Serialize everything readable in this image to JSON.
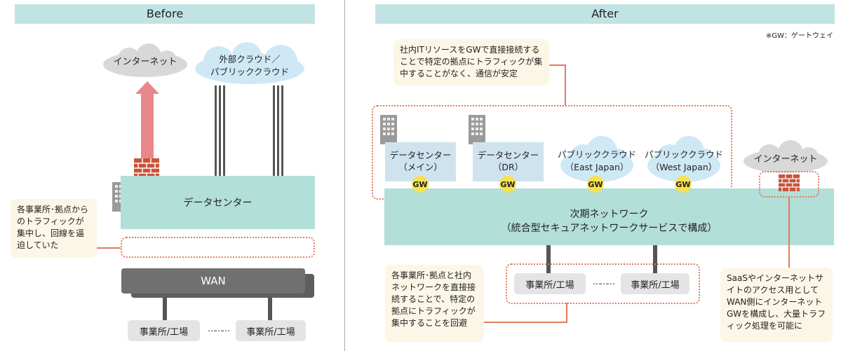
{
  "before": {
    "header": "Before",
    "internet_label": "インターネット",
    "cloud_label_1": "外部クラウド／",
    "cloud_label_2": "パブリッククラウド",
    "datacenter_label": "データセンター",
    "note": "各事業所･拠点からのトラフィックが集中し、回線を逼迫していた",
    "wan_label": "WAN",
    "office_left": "事業所/工場",
    "office_right": "事業所/工場",
    "dots": "………"
  },
  "after": {
    "header": "After",
    "gw_note": "※GW：ゲートウェイ",
    "top_note": "社内ITリソースをGWで直接接続することで特定の拠点にトラフィックが集中することがなく、通信が安定",
    "dc_main_1": "データセンター",
    "dc_main_2": "（メイン）",
    "dc_dr_1": "データセンター",
    "dc_dr_2": "（DR）",
    "cloud_east_1": "パブリッククラウド",
    "cloud_east_2": "（East Japan）",
    "cloud_west_1": "パブリッククラウド",
    "cloud_west_2": "（West Japan）",
    "gw_label": "GW",
    "internet_label": "インターネット",
    "network_line1": "次期ネットワーク",
    "network_line2": "（統合型セキュアネットワークサービスで構成）",
    "office_left": "事業所/工場",
    "office_right": "事業所/工場",
    "dots": "………",
    "bottom_left_note": "各事業所･拠点と社内ネットワークを直接接続することで、特定の拠点にトラフィックが集中することを回避",
    "bottom_right_note": "SaaSやインターネットサイトのアクセス用としてWAN側にインターネットGWを構成し、大量トラフィック処理を可能に"
  },
  "colors": {
    "header_bg": "#c2e3e4",
    "network_bg": "#b2dfd8",
    "dc_bg": "#cfe3ef",
    "gw_yellow": "#f6e14f",
    "accent_orange": "#e07c5a",
    "arrow_pink": "#e9868c",
    "wan_dark": "#5e5e5e"
  }
}
